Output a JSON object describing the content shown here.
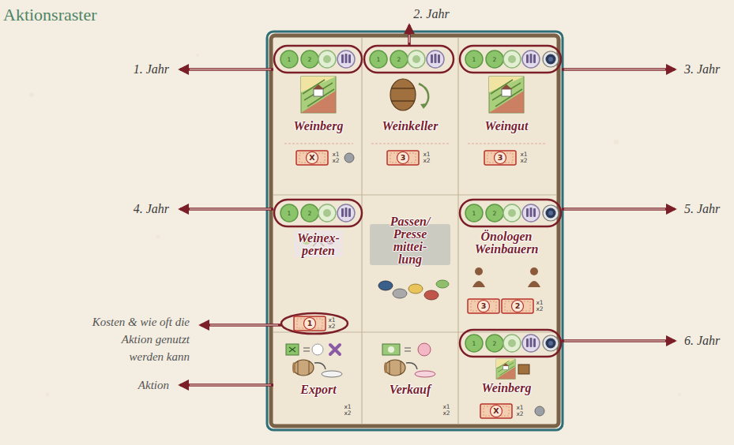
{
  "diagram": {
    "title": "Aktionsraster",
    "nodes": [
      {
        "text": [
          "Weinberg",
          "X",
          "x1 x2"
        ]
      },
      {
        "text": [
          "Weinkeller",
          "3",
          "x1 x2"
        ]
      },
      {
        "text": [
          "Weingut",
          "3",
          "x1 x2"
        ]
      },
      {
        "text": [
          "Weinex- perten",
          "1",
          "x1 x2"
        ]
      },
      {
        "text": [
          "Passen/ Presse mittei- lung"
        ]
      },
      {
        "text": [
          "Önologen Weinbauern",
          "3",
          "2",
          "x1 x2"
        ]
      },
      {
        "text": [
          "Export",
          "x1 x2"
        ]
      },
      {
        "text": [
          "Verkauf",
          "x1 x2"
        ]
      },
      {
        "text": [
          "Weinberg",
          "X",
          "x1 x2"
        ]
      }
    ],
    "labels": [
      "1. Jahr",
      "2. Jahr",
      "3. Jahr",
      "4. Jahr",
      "5. Jahr",
      "6. Jahr",
      "Kosten & wie oft die Aktion genutzt werden kann",
      "Aktion",
      "1",
      "2",
      "1",
      "2",
      "1",
      "2",
      "1",
      "2",
      "1",
      "2",
      "1",
      "2"
    ]
  }
}
